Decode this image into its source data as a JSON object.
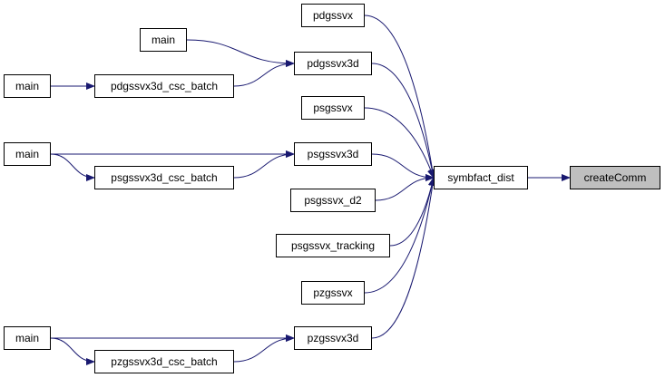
{
  "graph": {
    "edge_color": "#191970",
    "nodes": [
      {
        "id": "createComm",
        "label": "createComm",
        "highlighted": true
      },
      {
        "id": "symbfact_dist",
        "label": "symbfact_dist"
      },
      {
        "id": "pdgssvx",
        "label": "pdgssvx"
      },
      {
        "id": "pdgssvx3d",
        "label": "pdgssvx3d"
      },
      {
        "id": "main_1",
        "label": "main"
      },
      {
        "id": "pdgssvx3d_csc_batch",
        "label": "pdgssvx3d_csc_batch"
      },
      {
        "id": "main_2",
        "label": "main"
      },
      {
        "id": "psgssvx",
        "label": "psgssvx"
      },
      {
        "id": "psgssvx3d",
        "label": "psgssvx3d"
      },
      {
        "id": "main_3",
        "label": "main"
      },
      {
        "id": "psgssvx3d_csc_batch",
        "label": "psgssvx3d_csc_batch"
      },
      {
        "id": "psgssvx_d2",
        "label": "psgssvx_d2"
      },
      {
        "id": "psgssvx_tracking",
        "label": "psgssvx_tracking"
      },
      {
        "id": "pzgssvx",
        "label": "pzgssvx"
      },
      {
        "id": "pzgssvx3d",
        "label": "pzgssvx3d"
      },
      {
        "id": "main_4",
        "label": "main"
      },
      {
        "id": "pzgssvx3d_csc_batch",
        "label": "pzgssvx3d_csc_batch"
      }
    ],
    "edges": [
      {
        "from": "symbfact_dist",
        "to": "createComm"
      },
      {
        "from": "pdgssvx",
        "to": "symbfact_dist"
      },
      {
        "from": "pdgssvx3d",
        "to": "symbfact_dist"
      },
      {
        "from": "psgssvx",
        "to": "symbfact_dist"
      },
      {
        "from": "psgssvx3d",
        "to": "symbfact_dist"
      },
      {
        "from": "psgssvx_d2",
        "to": "symbfact_dist"
      },
      {
        "from": "psgssvx_tracking",
        "to": "symbfact_dist"
      },
      {
        "from": "pzgssvx",
        "to": "symbfact_dist"
      },
      {
        "from": "pzgssvx3d",
        "to": "symbfact_dist"
      },
      {
        "from": "main_1",
        "to": "pdgssvx3d"
      },
      {
        "from": "pdgssvx3d_csc_batch",
        "to": "pdgssvx3d"
      },
      {
        "from": "main_2",
        "to": "pdgssvx3d_csc_batch"
      },
      {
        "from": "main_3",
        "to": "psgssvx3d"
      },
      {
        "from": "psgssvx3d_csc_batch",
        "to": "psgssvx3d"
      },
      {
        "from": "main_3",
        "to": "psgssvx3d_csc_batch"
      },
      {
        "from": "main_4",
        "to": "pzgssvx3d"
      },
      {
        "from": "pzgssvx3d_csc_batch",
        "to": "pzgssvx3d"
      },
      {
        "from": "main_4",
        "to": "pzgssvx3d_csc_batch"
      }
    ]
  }
}
